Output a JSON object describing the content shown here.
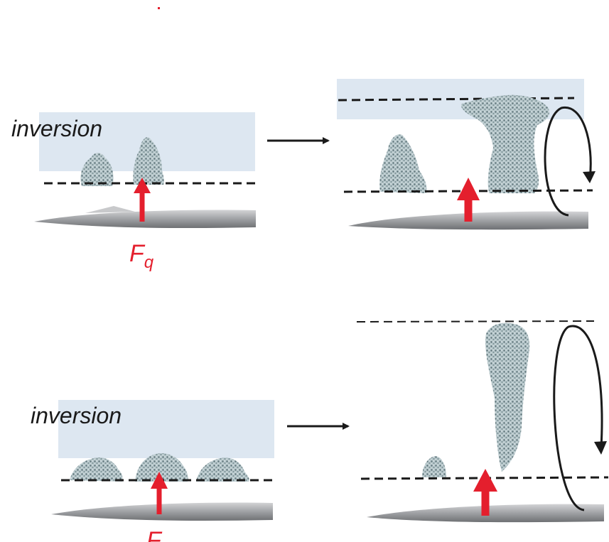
{
  "panels": [
    {
      "inversion_label": "inversion",
      "force_label": "F",
      "force_subscript": "q"
    },
    {
      "inversion_label": "inversion",
      "force_label": "F",
      "force_subscript": ""
    }
  ],
  "colors": {
    "inversion_layer": "#dde7f1",
    "force_arrow": "#e41f2d",
    "cloud": "#9fb3b8",
    "surface": "#a7a9ac",
    "boundary_line": "#1a1a1a"
  }
}
